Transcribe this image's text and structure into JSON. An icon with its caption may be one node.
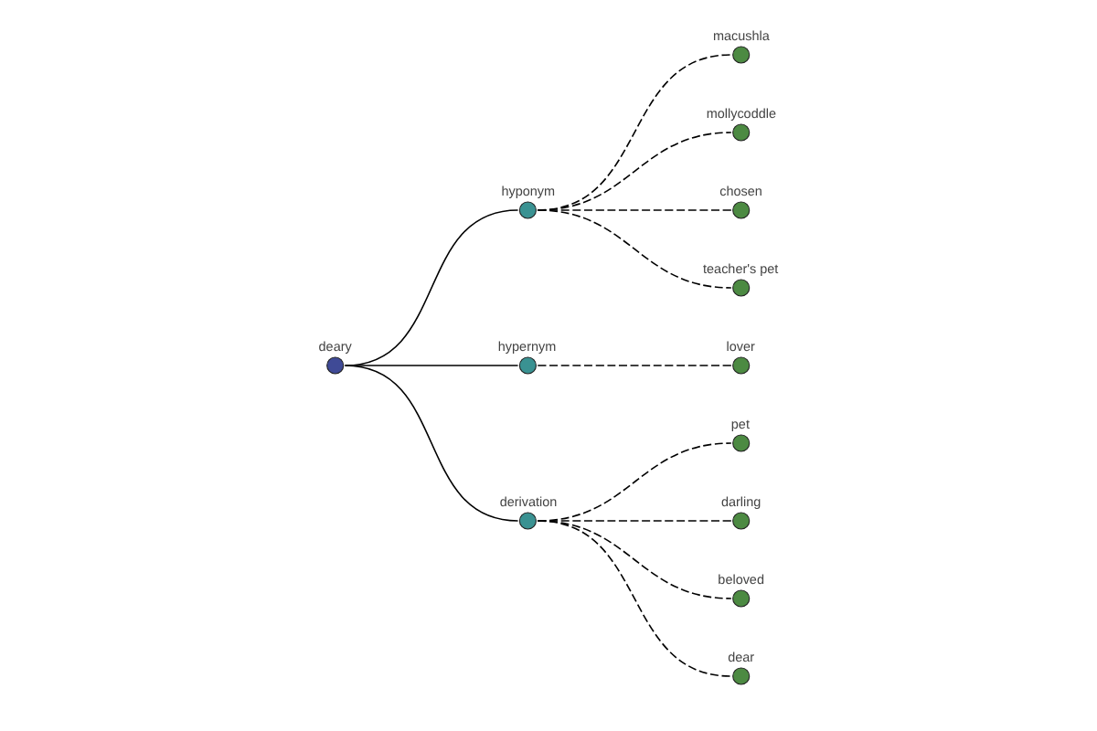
{
  "diagram": {
    "nodes": [
      {
        "text": [],
        "shape": "circle",
        "beside": [
          "macushla"
        ]
      },
      {
        "text": [],
        "shape": "circle",
        "beside": [
          "mollycoddle"
        ]
      },
      {
        "text": [],
        "shape": "circle",
        "beside": [
          "chosen"
        ]
      },
      {
        "text": [],
        "shape": "circle",
        "beside": [
          "teacher's pet"
        ]
      },
      {
        "text": [],
        "shape": "circle",
        "beside": [
          "hyponym"
        ]
      },
      {
        "text": [],
        "shape": "circle",
        "beside": [
          "deary"
        ]
      },
      {
        "text": [],
        "shape": "circle",
        "beside": [
          "hypernym"
        ]
      },
      {
        "text": [],
        "shape": "circle",
        "beside": [
          "pet"
        ]
      },
      {
        "text": [],
        "shape": "circle",
        "beside": [
          "derivation"
        ]
      },
      {
        "text": [],
        "shape": "circle",
        "beside": [
          "darling"
        ]
      },
      {
        "text": [],
        "shape": "circle",
        "beside": [
          "lover"
        ]
      },
      {
        "text": [],
        "shape": "circle",
        "beside": [
          "beloved"
        ]
      },
      {
        "text": [],
        "shape": "circle",
        "beside": [
          "dear"
        ]
      }
    ],
    "edges": [
      {
        "from": 5,
        "to": 4,
        "arrow": "none"
      },
      {
        "from": 5,
        "to": 8,
        "arrow": "none"
      },
      {
        "from": 5,
        "to": 6,
        "arrow": "none"
      },
      {
        "from": 4,
        "to": 1,
        "arrow": "none",
        "style": "dashed"
      },
      {
        "from": 4,
        "to": 0,
        "arrow": "none",
        "style": "dashed"
      },
      {
        "from": 4,
        "to": 2,
        "arrow": "none",
        "style": "dashed"
      },
      {
        "from": 4,
        "to": 3,
        "arrow": "none",
        "style": "dashed"
      },
      {
        "from": 6,
        "to": 10,
        "arrow": "none",
        "style": "dashed"
      },
      {
        "from": 8,
        "to": 7,
        "arrow": "none",
        "style": "dashed"
      },
      {
        "from": 8,
        "to": 11,
        "arrow": "none",
        "style": "dashed"
      },
      {
        "from": 8,
        "to": 12,
        "arrow": "none",
        "style": "dashed"
      },
      {
        "from": 8,
        "to": 9,
        "arrow": "none",
        "style": "dashed"
      }
    ]
  }
}
